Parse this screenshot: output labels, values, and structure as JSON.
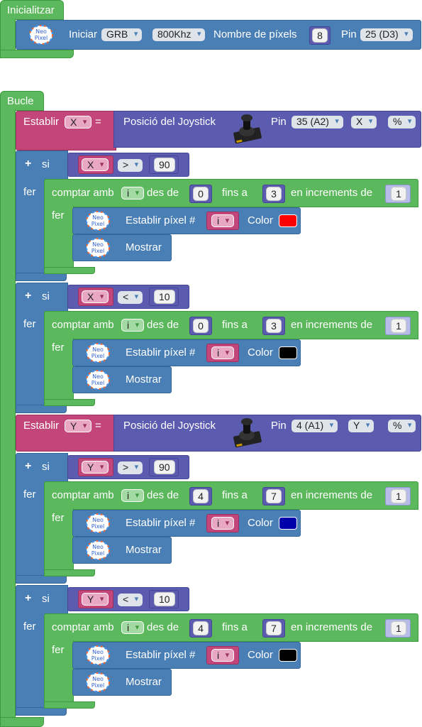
{
  "init": {
    "hat_label": "Inicialitzar",
    "iniciar": "Iniciar",
    "type": "GRB",
    "freq": "800Khz",
    "nombre_label": "Nombre de píxels",
    "pixels": "8",
    "pin_label": "Pin",
    "pin": "25 (D3)"
  },
  "loop": {
    "hat_label": "Bucle",
    "set_x": {
      "label": "Establir",
      "var": "X",
      "eq": "=",
      "func": "Posició del Joystick",
      "pin_label": "Pin",
      "pin": "35 (A2)",
      "axis": "X",
      "unit": "%"
    },
    "set_y": {
      "label": "Establir",
      "var": "Y",
      "eq": "=",
      "func": "Posició del Joystick",
      "pin_label": "Pin",
      "pin": "4 (A1)",
      "axis": "Y",
      "unit": "%"
    },
    "ifs": [
      {
        "plus": "+",
        "si": "si",
        "fer": "fer",
        "var": "X",
        "op": ">",
        "value": "90",
        "loop": {
          "label": "comptar amb",
          "var": "i",
          "from_label": "des de",
          "from": "0",
          "to_label": "fins a",
          "to": "3",
          "inc_label": "en increments de",
          "inc": "1",
          "fer": "fer"
        },
        "setpix": {
          "label": "Establir píxel #",
          "var": "i",
          "color_label": "Color",
          "color": "#ff0000"
        },
        "show": "Mostrar"
      },
      {
        "plus": "+",
        "si": "si",
        "fer": "fer",
        "var": "X",
        "op": "<",
        "value": "10",
        "loop": {
          "label": "comptar amb",
          "var": "i",
          "from_label": "des de",
          "from": "0",
          "to_label": "fins a",
          "to": "3",
          "inc_label": "en increments de",
          "inc": "1",
          "fer": "fer"
        },
        "setpix": {
          "label": "Establir píxel #",
          "var": "i",
          "color_label": "Color",
          "color": "#000000"
        },
        "show": "Mostrar"
      },
      {
        "plus": "+",
        "si": "si",
        "fer": "fer",
        "var": "Y",
        "op": ">",
        "value": "90",
        "loop": {
          "label": "comptar amb",
          "var": "i",
          "from_label": "des de",
          "from": "4",
          "to_label": "fins a",
          "to": "7",
          "inc_label": "en increments de",
          "inc": "1",
          "fer": "fer"
        },
        "setpix": {
          "label": "Establir píxel #",
          "var": "i",
          "color_label": "Color",
          "color": "#0000aa"
        },
        "show": "Mostrar"
      },
      {
        "plus": "+",
        "si": "si",
        "fer": "fer",
        "var": "Y",
        "op": "<",
        "value": "10",
        "loop": {
          "label": "comptar amb",
          "var": "i",
          "from_label": "des de",
          "from": "4",
          "to_label": "fins a",
          "to": "7",
          "inc_label": "en increments de",
          "inc": "1",
          "fer": "fer"
        },
        "setpix": {
          "label": "Establir píxel #",
          "var": "i",
          "color_label": "Color",
          "color": "#000000"
        },
        "show": "Mostrar"
      }
    ]
  },
  "icons": {
    "neopixel": "neopixel-ring-icon",
    "joystick": "joystick-module-icon"
  },
  "colors": {
    "control": "#5cb85c",
    "neopixel": "#4a7fb5",
    "math": "#5b5bb0",
    "variable": "#c2467a",
    "loops": "#5cb85c"
  }
}
